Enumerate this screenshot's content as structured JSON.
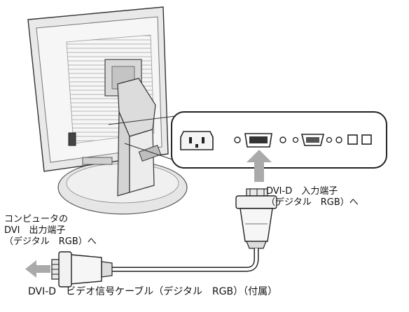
{
  "labels": {
    "dvi_input_line1": "DVI-D　入力端子",
    "dvi_input_line2": "（デジタル　RGB）へ",
    "computer_line1": "コンピュータの",
    "computer_line2": "DVI　出力端子",
    "computer_line3": "（デジタル　RGB）へ",
    "cable_caption": "DVI-D　ビデオ信号ケーブル（デジタル　RGB）（付属）"
  }
}
